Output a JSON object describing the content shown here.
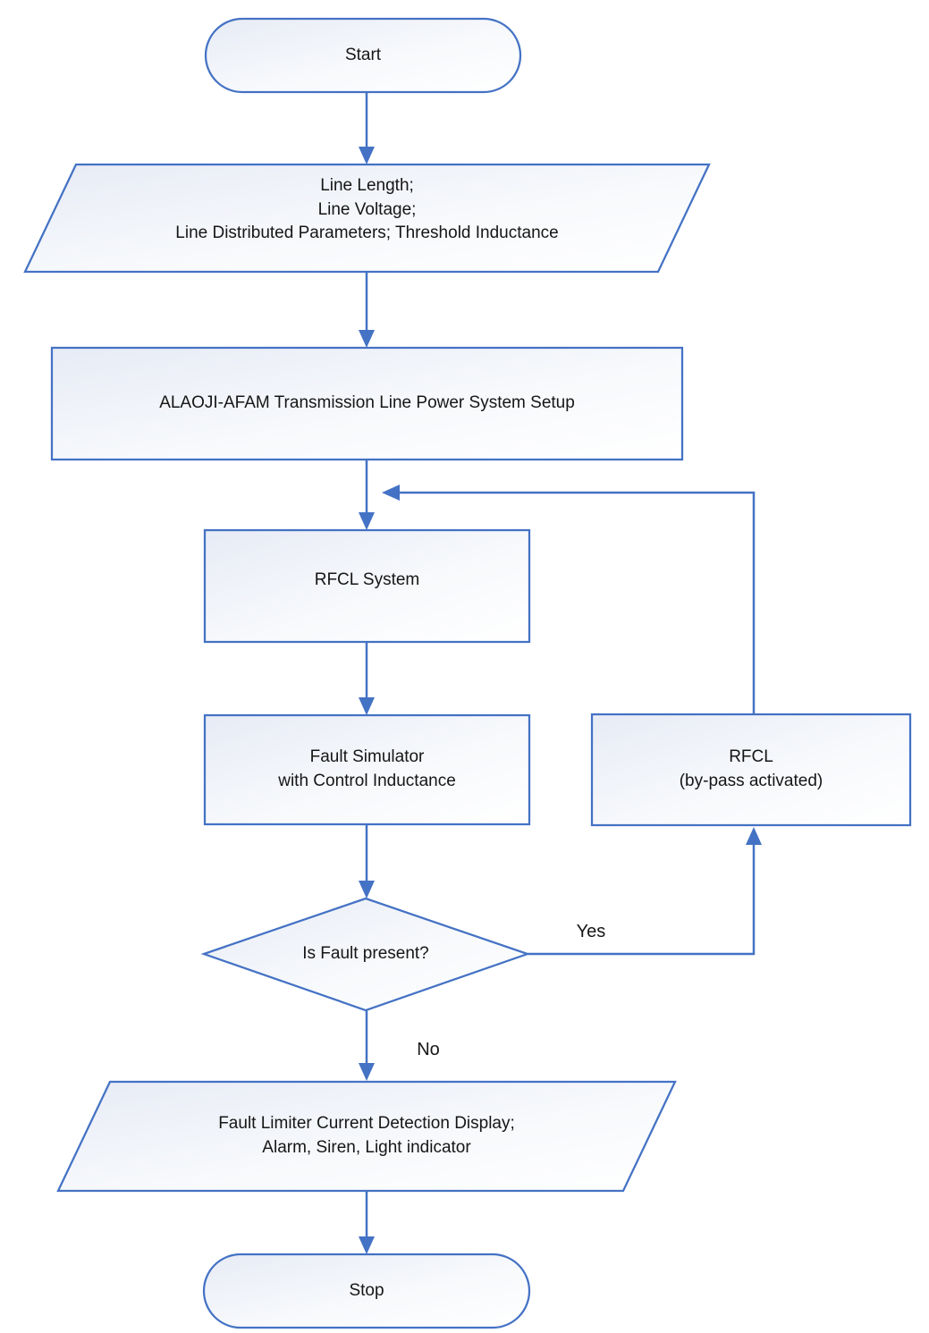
{
  "colors": {
    "connector_and_border": "#4472C4",
    "shape_fill_gradient_top_left": "#e7ebf5",
    "shape_fill_gradient_bottom_right": "#ffffff",
    "text": "#161616",
    "background": "#ffffff"
  },
  "nodes": {
    "start": {
      "type": "terminator",
      "label": "Start"
    },
    "inputs": {
      "type": "data-parallelogram",
      "lines": [
        "Line Length;",
        "Line Voltage;",
        "Line Distributed Parameters; Threshold Inductance"
      ]
    },
    "setup": {
      "type": "process",
      "label": "ALAOJI-AFAM Transmission Line Power System Setup"
    },
    "rfcl_system": {
      "type": "process",
      "label": "RFCL System"
    },
    "fault_simulator": {
      "type": "process",
      "lines": [
        "Fault Simulator",
        "with Control Inductance"
      ]
    },
    "rfcl_bypass": {
      "type": "process",
      "lines": [
        "RFCL",
        "(by-pass activated)"
      ]
    },
    "decision": {
      "type": "decision",
      "label": "Is Fault present?"
    },
    "output": {
      "type": "data-parallelogram",
      "lines": [
        "Fault Limiter Current Detection Display;",
        "Alarm, Siren, Light indicator"
      ]
    },
    "stop": {
      "type": "terminator",
      "label": "Stop"
    }
  },
  "edge_labels": {
    "yes": "Yes",
    "no": "No"
  }
}
